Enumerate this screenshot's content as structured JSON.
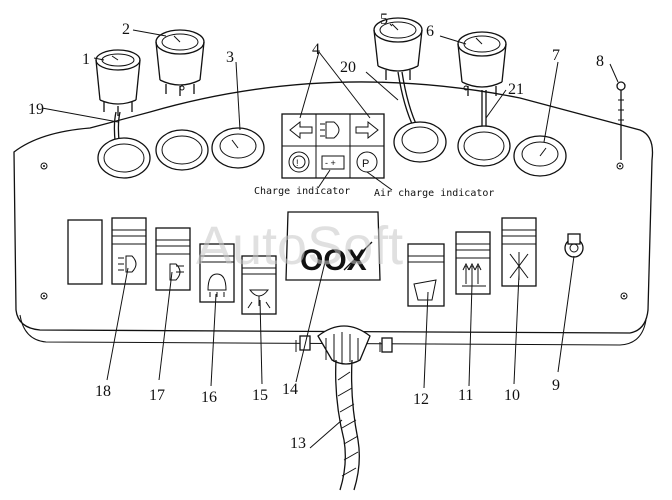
{
  "captions": {
    "charge_indicator": "Charge indicator",
    "air_charge_indicator": "Air charge indicator"
  },
  "watermark": "AutoSoft",
  "logo_text": "OOX",
  "callouts": {
    "c1": "1",
    "c2": "2",
    "c3": "3",
    "c4": "4",
    "c5": "5",
    "c6": "6",
    "c7": "7",
    "c8": "8",
    "c9": "9",
    "c10": "10",
    "c11": "11",
    "c12": "12",
    "c13": "13",
    "c14": "14",
    "c15": "15",
    "c16": "16",
    "c17": "17",
    "c18": "18",
    "c19": "19",
    "c20": "20",
    "c21": "21"
  }
}
